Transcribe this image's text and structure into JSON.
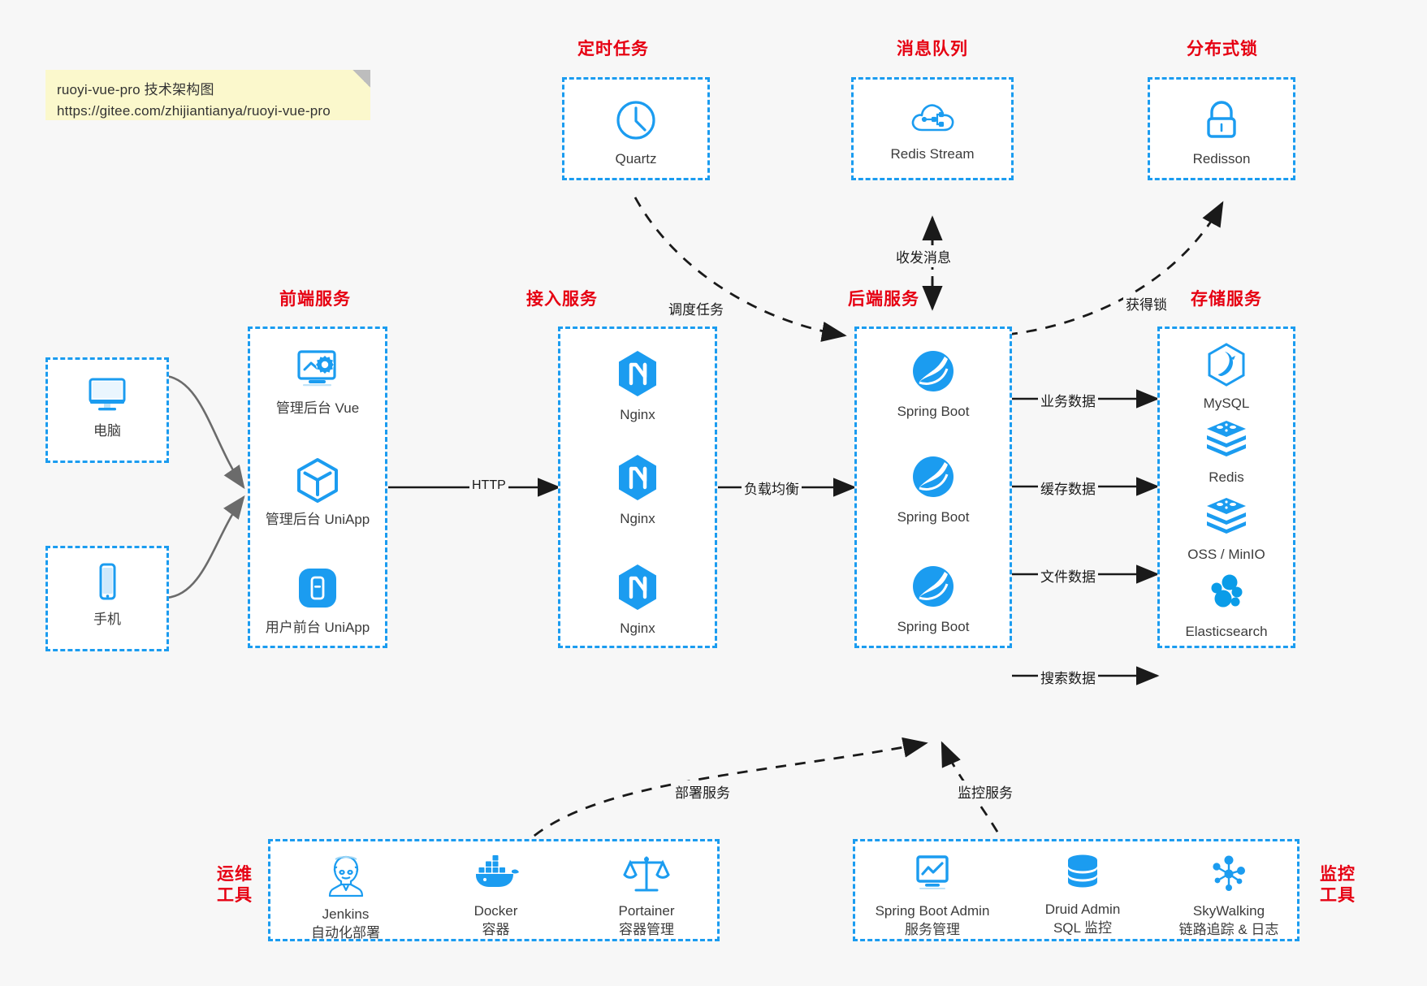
{
  "note": {
    "line1": "ruoyi-vue-pro 技术架构图",
    "line2": "https://gitee.com/zhijiantianya/ruoyi-vue-pro"
  },
  "colors": {
    "accent_blue": "#1b9cf0",
    "title_red": "#e60012",
    "text_dark": "#3c3c3c",
    "canvas": "#f7f7f7",
    "note_bg": "#fbf8cc",
    "arrow": "#1a1a1a",
    "curve_gray": "#6b6b6b"
  },
  "groups": {
    "scheduler": {
      "title": "定时任务",
      "nodes": [
        {
          "label": "Quartz",
          "icon": "clock-icon"
        }
      ]
    },
    "mq": {
      "title": "消息队列",
      "nodes": [
        {
          "label": "Redis Stream",
          "icon": "cloud-network-icon"
        }
      ]
    },
    "lock": {
      "title": "分布式锁",
      "nodes": [
        {
          "label": "Redisson",
          "icon": "padlock-icon"
        }
      ]
    },
    "clients": {
      "nodes": [
        {
          "label": "电脑",
          "icon": "desktop-monitor-icon"
        },
        {
          "label": "手机",
          "icon": "mobile-phone-icon"
        }
      ]
    },
    "frontend": {
      "title": "前端服务",
      "nodes": [
        {
          "label": "管理后台 Vue",
          "icon": "dashboard-gear-icon"
        },
        {
          "label": "管理后台 UniApp",
          "icon": "cube-icon"
        },
        {
          "label": "用户前台 UniApp",
          "icon": "app-square-icon"
        }
      ]
    },
    "gateway": {
      "title": "接入服务",
      "nodes": [
        {
          "label": "Nginx",
          "icon": "nginx-icon"
        },
        {
          "label": "Nginx",
          "icon": "nginx-icon"
        },
        {
          "label": "Nginx",
          "icon": "nginx-icon"
        }
      ]
    },
    "backend": {
      "title": "后端服务",
      "nodes": [
        {
          "label": "Spring Boot",
          "icon": "spring-boot-icon"
        },
        {
          "label": "Spring Boot",
          "icon": "spring-boot-icon"
        },
        {
          "label": "Spring Boot",
          "icon": "spring-boot-icon"
        }
      ]
    },
    "storage": {
      "title": "存储服务",
      "nodes": [
        {
          "label": "MySQL",
          "icon": "mysql-dolphin-icon"
        },
        {
          "label": "Redis",
          "icon": "redis-stack-icon"
        },
        {
          "label": "OSS / MinIO",
          "icon": "object-storage-icon"
        },
        {
          "label": "Elasticsearch",
          "icon": "elasticsearch-icon"
        }
      ]
    },
    "devops": {
      "title_line1": "运维",
      "title_line2": "工具",
      "nodes": [
        {
          "label": "Jenkins",
          "sub": "自动化部署",
          "icon": "jenkins-butler-icon"
        },
        {
          "label": "Docker",
          "sub": "容器",
          "icon": "docker-whale-icon"
        },
        {
          "label": "Portainer",
          "sub": "容器管理",
          "icon": "scales-icon"
        }
      ]
    },
    "monitor": {
      "title_line1": "监控",
      "title_line2": "工具",
      "nodes": [
        {
          "label": "Spring Boot Admin",
          "sub": "服务管理",
          "icon": "monitor-chart-icon"
        },
        {
          "label": "Druid Admin",
          "sub": "SQL 监控",
          "icon": "database-cylinder-icon"
        },
        {
          "label": "SkyWalking",
          "sub": "链路追踪 & 日志",
          "icon": "skywalking-node-icon"
        }
      ]
    }
  },
  "edges": [
    {
      "id": "http",
      "label": "HTTP"
    },
    {
      "id": "lb",
      "label": "负载均衡"
    },
    {
      "id": "schedule",
      "label": "调度任务"
    },
    {
      "id": "mq-msg",
      "label": "收发消息"
    },
    {
      "id": "get-lock",
      "label": "获得锁"
    },
    {
      "id": "biz-data",
      "label": "业务数据"
    },
    {
      "id": "cache-data",
      "label": "缓存数据"
    },
    {
      "id": "file-data",
      "label": "文件数据"
    },
    {
      "id": "search-data",
      "label": "搜索数据"
    },
    {
      "id": "deploy",
      "label": "部署服务"
    },
    {
      "id": "observe",
      "label": "监控服务"
    }
  ]
}
